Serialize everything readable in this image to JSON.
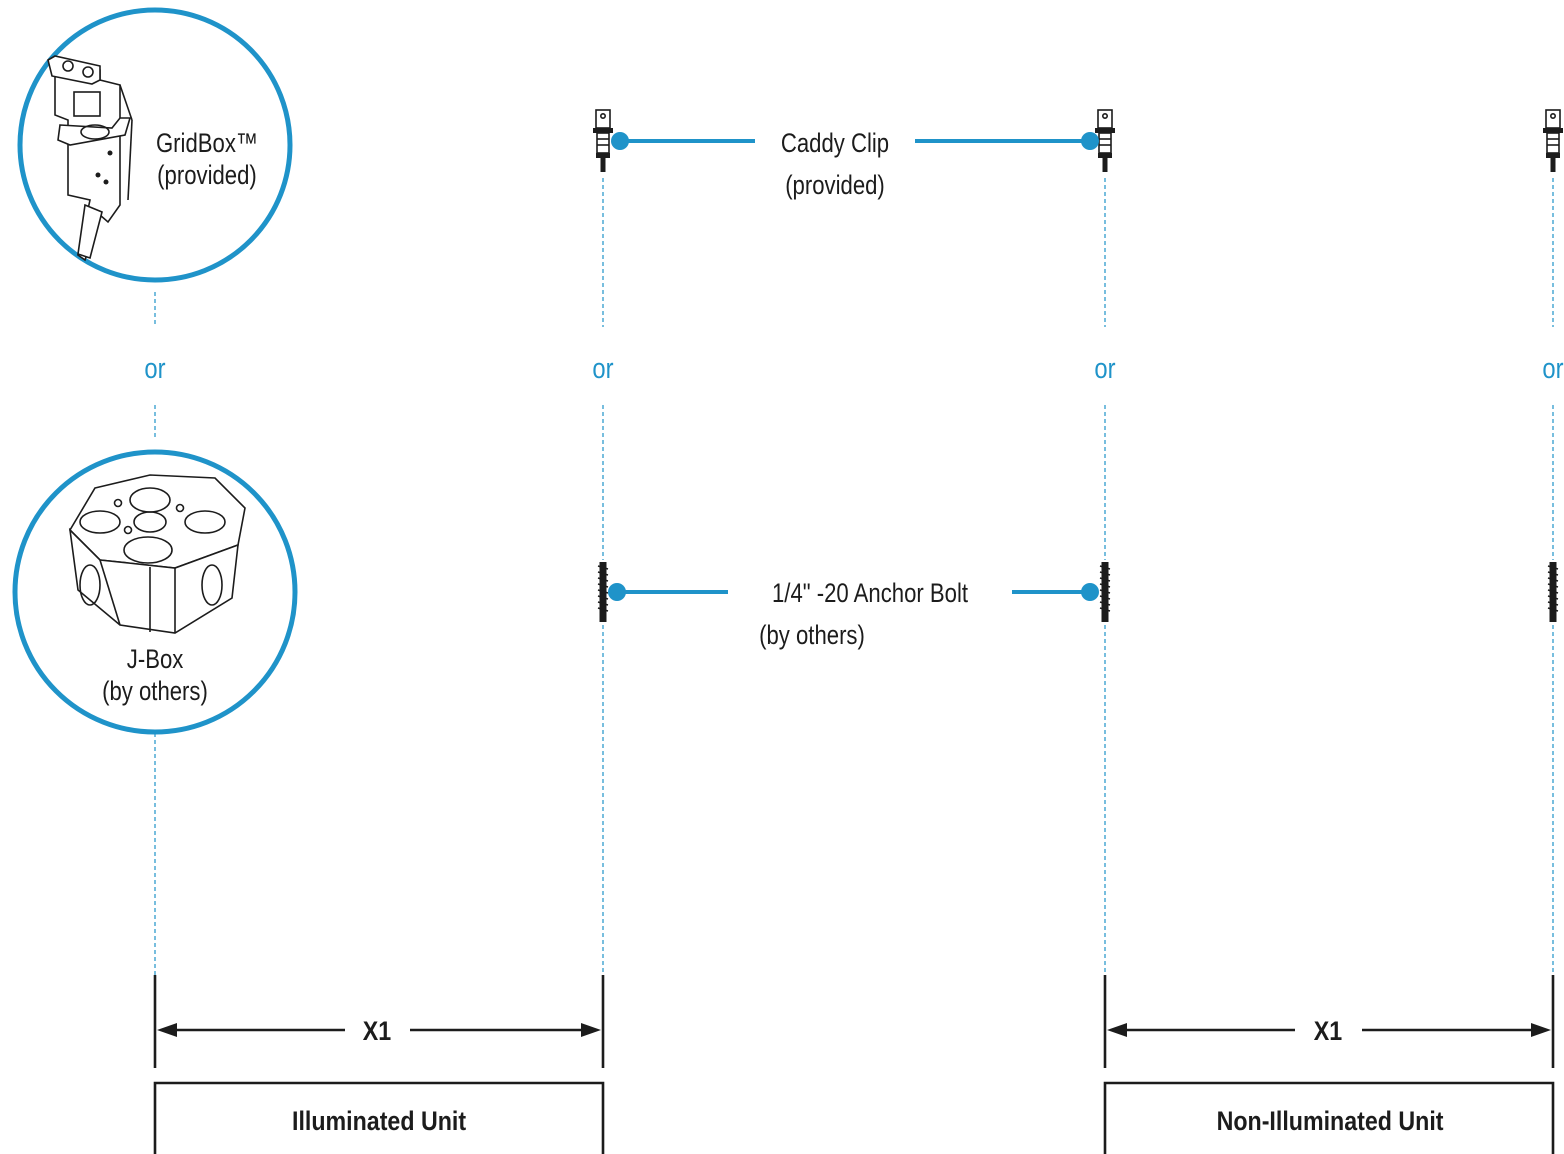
{
  "colors": {
    "accent": "#1f93c9",
    "ink": "#1c1c1c"
  },
  "gridbox": {
    "label_line1": "GridBox™",
    "label_line2": "(provided)",
    "icon": "gridbox-bracket-icon"
  },
  "jbox": {
    "label_line1": "J-Box",
    "label_line2": "(by others)",
    "icon": "junction-box-icon"
  },
  "or_label": "or",
  "caddy_clip": {
    "label_line1": "Caddy Clip",
    "label_line2": "(provided)",
    "icon": "caddy-clip-icon"
  },
  "anchor_bolt": {
    "label_line1": "1/4\" -20 Anchor Bolt",
    "label_line2": "(by others)",
    "icon": "anchor-bolt-icon"
  },
  "dimensions": [
    {
      "label": "X1"
    },
    {
      "label": "X1"
    }
  ],
  "units": [
    {
      "label": "Illuminated Unit"
    },
    {
      "label": "Non-Illuminated Unit"
    }
  ]
}
